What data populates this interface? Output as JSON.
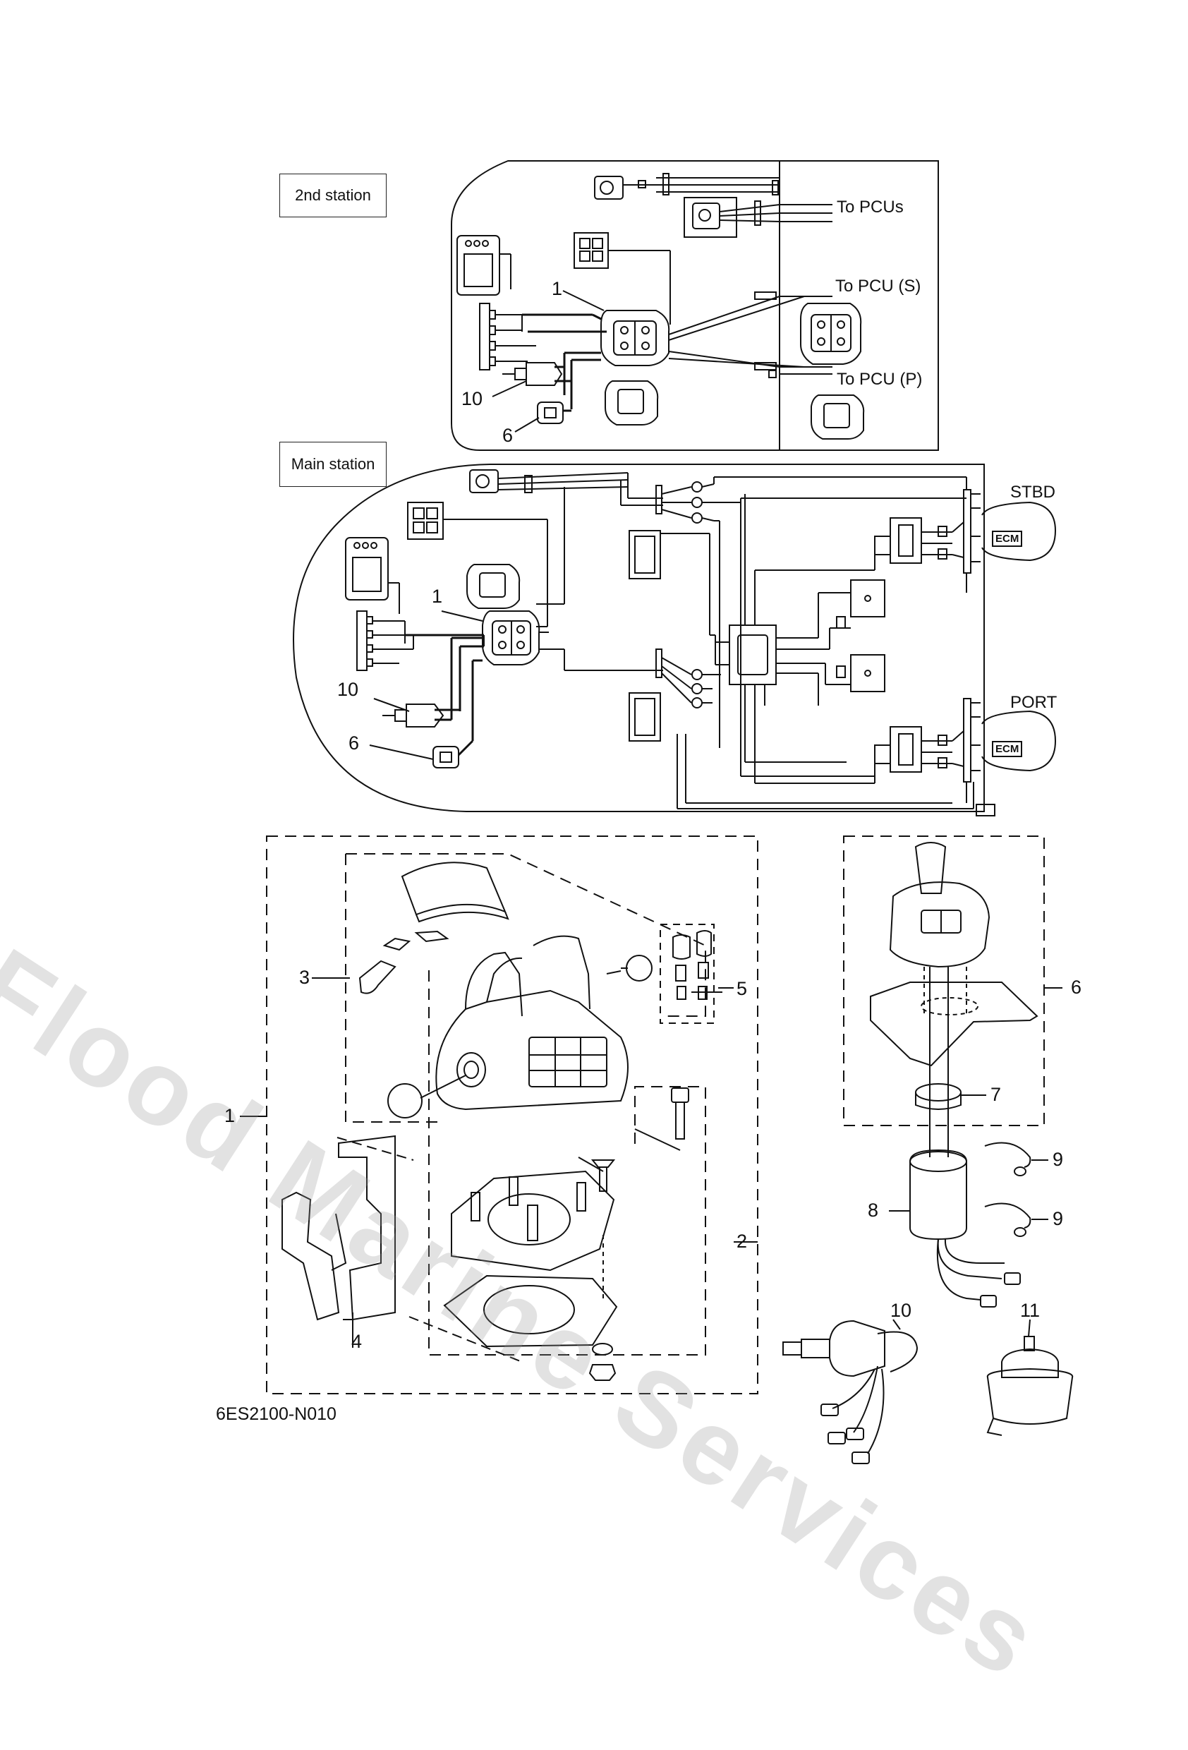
{
  "labels": {
    "second_station": "2nd station",
    "main_station": "Main station",
    "to_pcus": "To PCUs",
    "to_pcu_s": "To PCU (S)",
    "to_pcu_p": "To PCU (P)",
    "stbd": "STBD",
    "port": "PORT",
    "ecm": "ECM"
  },
  "callouts": {
    "c1": "1",
    "c2": "2",
    "c3": "3",
    "c4": "4",
    "c5": "5",
    "c6": "6",
    "c7": "7",
    "c8": "8",
    "c9": "9",
    "c10": "10",
    "c11": "11"
  },
  "diagram_code": "6ES2100-N010",
  "watermark": "Flood Marine Services"
}
